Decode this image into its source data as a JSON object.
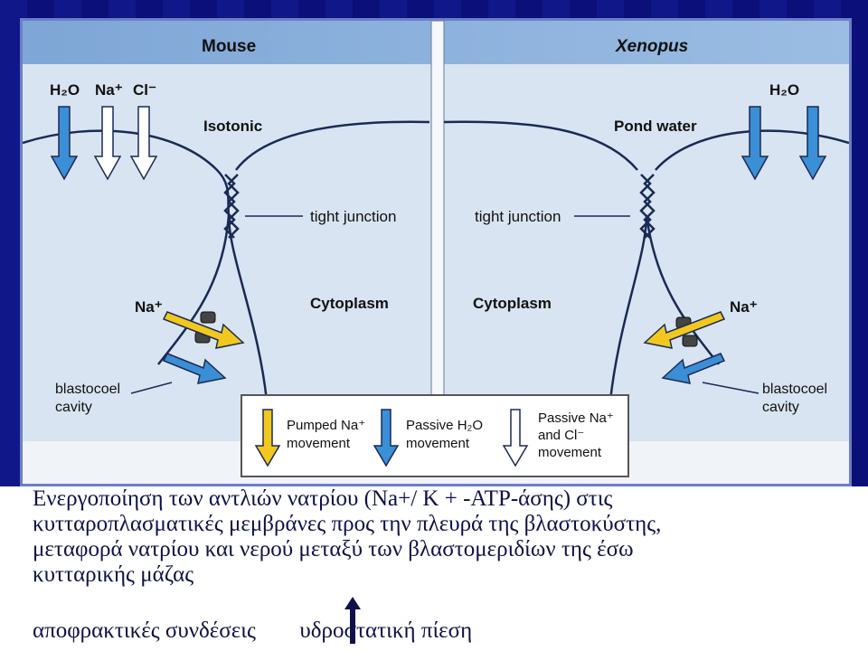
{
  "diagram": {
    "left_panel": {
      "title": "Mouse",
      "ions_top": [
        "H₂O",
        "Na⁺",
        "Cl⁻"
      ],
      "environment": "Isotonic",
      "tight_junction": "tight junction",
      "cytoplasm": "Cytoplasm",
      "na_label": "Na⁺",
      "cavity_line1": "blastocoel",
      "cavity_line2": "cavity"
    },
    "right_panel": {
      "title": "Xenopus",
      "ions_top": [
        "H₂O"
      ],
      "environment": "Pond water",
      "tight_junction": "tight junction",
      "cytoplasm": "Cytoplasm",
      "na_label": "Na⁺",
      "cavity_line1": "blastocoel",
      "cavity_line2": "cavity"
    },
    "legend": {
      "item1_line1": "Pumped Na⁺",
      "item1_line2": "movement",
      "item2_line1": "Passive H₂O",
      "item2_line2": "movement",
      "item3_line1": "Passive Na⁺",
      "item3_line2": "and Cl⁻",
      "item3_line3": "movement"
    },
    "colors": {
      "water_blue": "#3a8fd6",
      "pumped_yellow": "#f2c81e",
      "passive_white": "#ffffff",
      "panel_bg": "#d9e4f2",
      "header_bg": "#8fb3dc"
    }
  },
  "caption": {
    "line1": "Ενεργοποίηση των αντλιών νατρίου (Na+/ K + -ATP-άσης)  στις",
    "line2": "κυτταροπλασματικές μεμβράνες προς την πλευρά της βλαστοκύστης,",
    "line3": "μεταφορά νατρίου και νερού μεταξύ των βλαστομεριδίων της έσω",
    "line4": "κυτταρικής μάζας",
    "bottom_left": "αποφρακτικές συνδέσεις",
    "bottom_right": "υδροστατική πίεση"
  }
}
